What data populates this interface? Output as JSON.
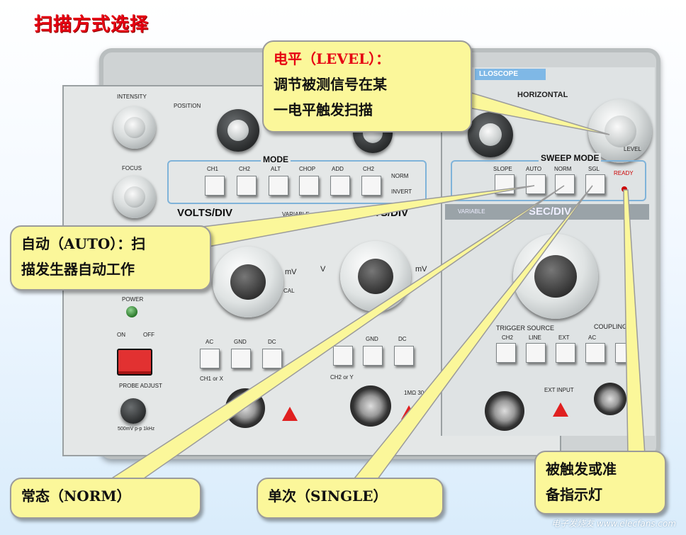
{
  "title": "扫描方式选择",
  "panel": {
    "horizontal": "HORIZONTAL",
    "oscilloscope_fragment": "LLOSCOPE",
    "intensity": "INTENSITY",
    "focus": "FOCUS",
    "position": "POSITION",
    "power": "POWER",
    "probe_adjust": "PROBE ADJUST",
    "probe_spec": "500mV p-p 1kHz",
    "mode_label": "MODE",
    "mode_buttons": [
      "CH1",
      "CH2",
      "ALT",
      "CHOP",
      "ADD",
      "CH2"
    ],
    "norm": "NORM",
    "invert": "INVERT",
    "volts_div": "VOLTS/DIV",
    "variable": "VARIABLE",
    "volts_div_2": "VOLTS/DIV",
    "sweep_mode": "SWEEP MODE",
    "sweep_buttons": [
      "SLOPE",
      "AUTO",
      "NORM",
      "SGL"
    ],
    "ready": "READY",
    "sec_div": "SEC/DIV",
    "variable_2": "VARIABLE",
    "level": "LEVEL",
    "coupling_btns": [
      "AC",
      "GND",
      "DC"
    ],
    "ch1_x": "CH1 or X",
    "ch2_y": "CH2 or Y",
    "trigger_source": "TRIGGER SOURCE",
    "source_btns": [
      "CH2",
      "LINE",
      "EXT"
    ],
    "coupling": "COUPLING",
    "ext_input": "EXT INPUT",
    "impedance": "1MΩ 30pF",
    "on": "ON",
    "off": "OFF",
    "cal": "CAL",
    "mv": "mV",
    "v": "V"
  },
  "callouts": {
    "level_title": "电平（LEVEL）：",
    "level_body_1": "调节被测信号在某",
    "level_body_2": "一电平触发扫描",
    "auto_1": "自动（AUTO）：扫",
    "auto_2": "描发生器自动工作",
    "norm": "常态（NORM）",
    "single": "单次（SINGLE）",
    "ready_1": "被触发或准",
    "ready_2": "备指示灯"
  },
  "watermark": "电子发烧友 www.elecfans.com"
}
